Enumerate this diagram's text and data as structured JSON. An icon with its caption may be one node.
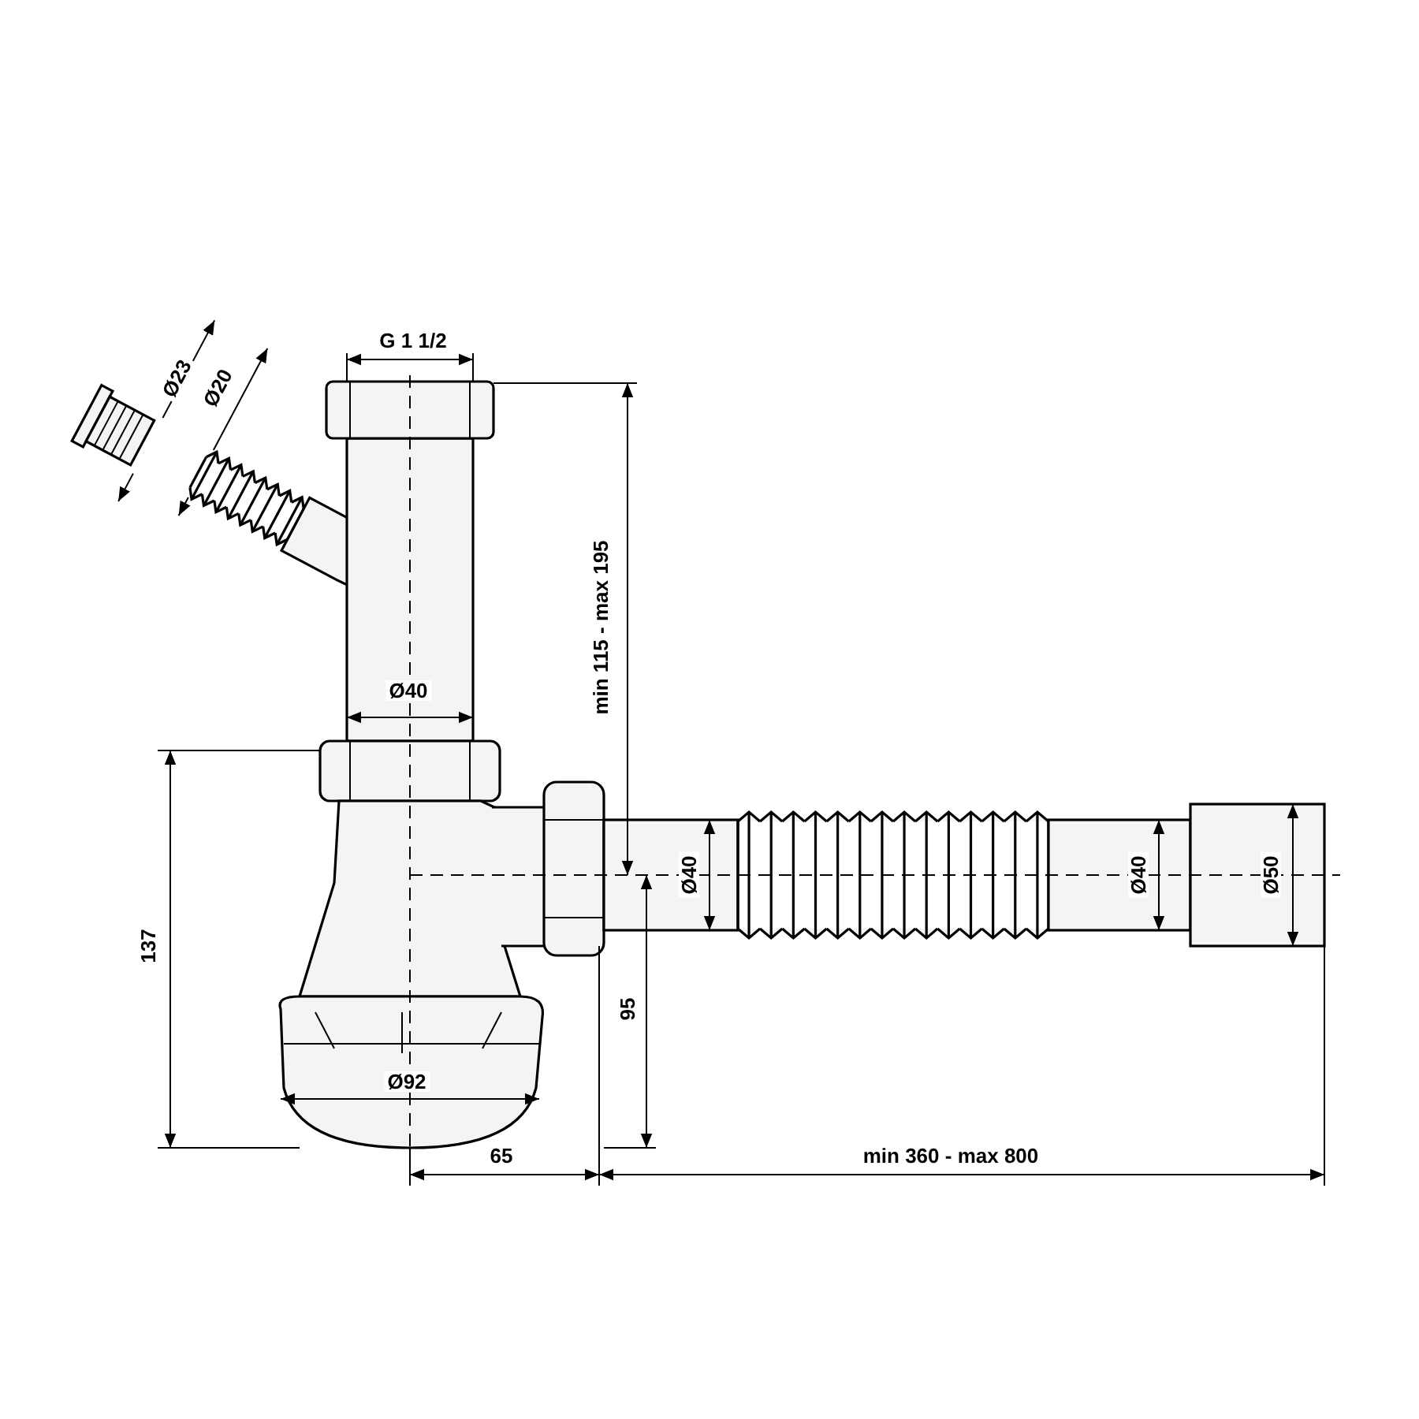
{
  "diagram": {
    "labels": [
      "G 1 1/2",
      "Ø23",
      "Ø20",
      "min 115 - max 195",
      "Ø40",
      "Ø40",
      "Ø40",
      "Ø50",
      "137",
      "95",
      "Ø92",
      "65",
      "min 360 - max 800"
    ]
  }
}
